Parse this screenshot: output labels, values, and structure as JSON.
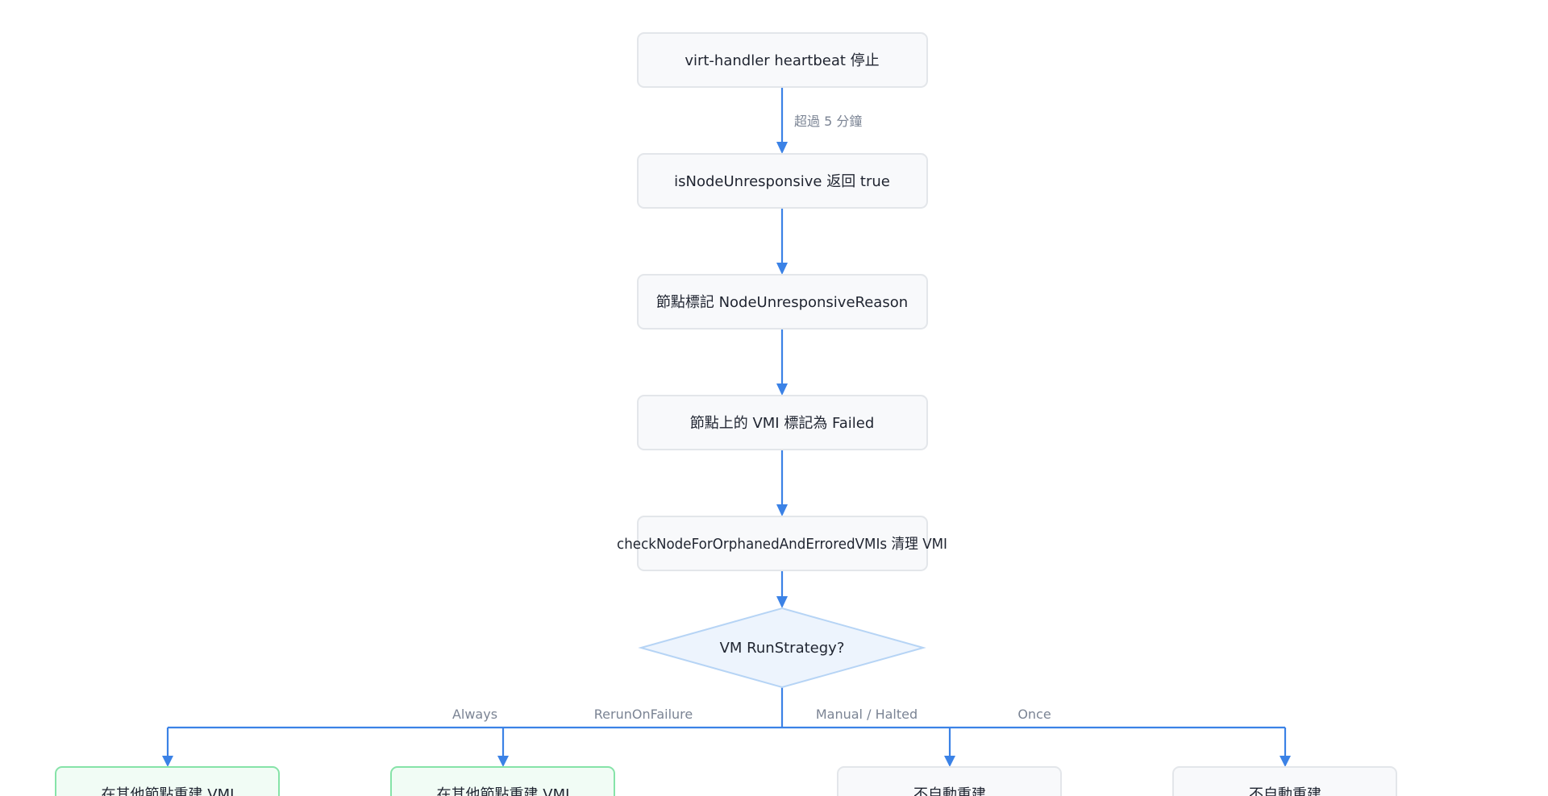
{
  "nodes": {
    "heartbeat_stop": "virt-handler heartbeat 停止",
    "is_unresponsive": "isNodeUnresponsive 返回 true",
    "mark_node": "節點標記 NodeUnresponsiveReason",
    "mark_vmi_failed": "節點上的 VMI 標記為 Failed",
    "cleanup_vmi": "checkNodeForOrphanedAndErroredVMIs 清理 VMI",
    "decision": "VM RunStrategy?",
    "rebuild_always": "在其他節點重建 VMI",
    "rebuild_rerun": "在其他節點重建 VMI",
    "no_rebuild_manual": "不自動重建",
    "no_rebuild_once": "不自動重建"
  },
  "edges": {
    "timeout_label": "超過 5 分鐘",
    "always_label": "Always",
    "rerun_label": "RerunOnFailure",
    "manual_label": "Manual / Halted",
    "once_label": "Once"
  },
  "colors": {
    "edge": "#3b82e6",
    "node_fill": "#f8f9fb",
    "node_border": "#e3e6ea",
    "success_fill": "#f1fcf5",
    "success_border": "#86e3a8",
    "decision_fill": "#edf4fd",
    "decision_border": "#b6d4f5"
  }
}
